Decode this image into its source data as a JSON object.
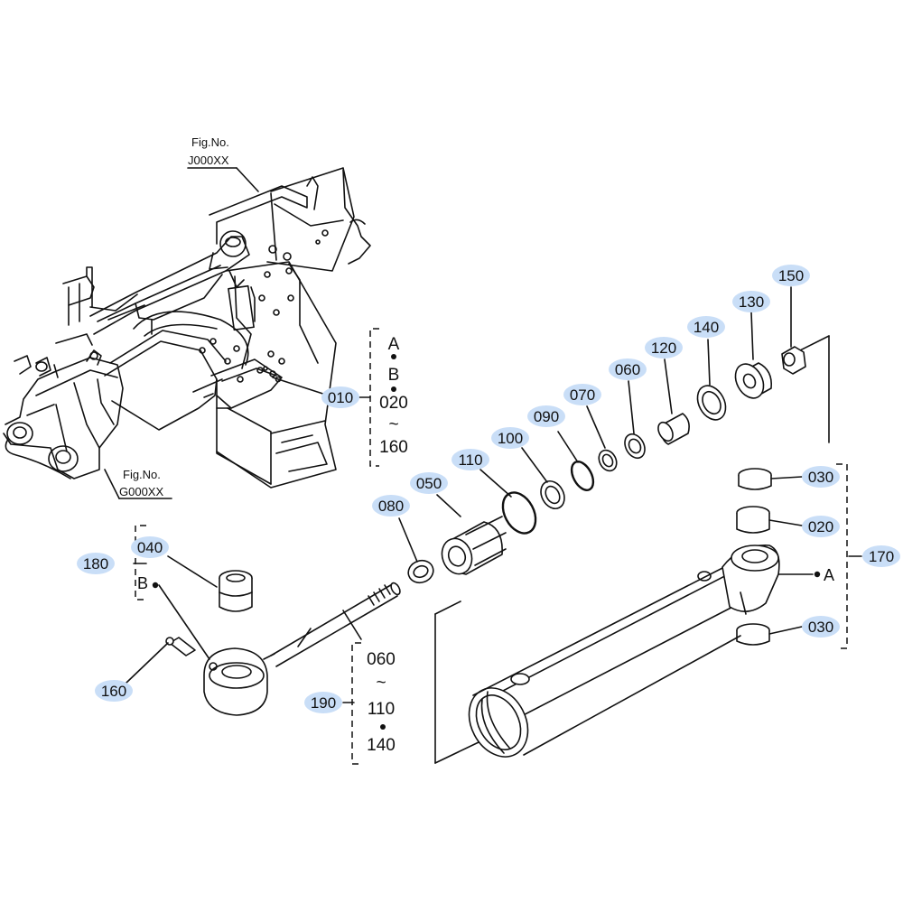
{
  "figure_refs": [
    {
      "title": "Fig.No.",
      "code": "J000XX"
    },
    {
      "title": "Fig.No.",
      "code": "G000XX"
    }
  ],
  "part_callouts": {
    "p010": "010",
    "p050": "050",
    "p080": "080",
    "p110": "110",
    "p100": "100",
    "p090": "090",
    "p070": "070",
    "p060": "060",
    "p120": "120",
    "p140": "140",
    "p130": "130",
    "p150": "150",
    "p030a": "030",
    "p020": "020",
    "p030b": "030",
    "p170": "170",
    "p180": "180",
    "p040": "040",
    "p160": "160",
    "p190": "190"
  },
  "group_010": {
    "a": "A",
    "b": "B",
    "start": "020",
    "tilde": "~",
    "end": "160"
  },
  "group_190": {
    "start": "060",
    "tilde": "~",
    "mid": "110",
    "end": "140"
  },
  "point_labels": {
    "a": "A",
    "b": "B"
  },
  "colors": {
    "callout_highlight": "#c9def7",
    "line": "#111111"
  }
}
